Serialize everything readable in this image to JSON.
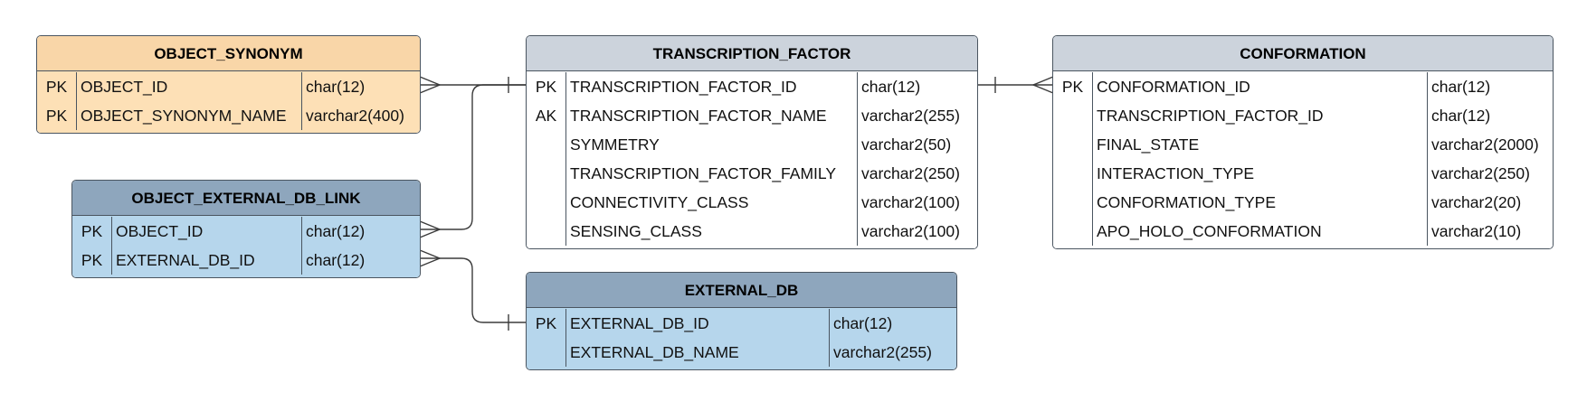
{
  "entities": {
    "object_synonym": {
      "title": "OBJECT_SYNONYM",
      "rows": [
        {
          "key": "PK",
          "name": "OBJECT_ID",
          "type": "char(12)"
        },
        {
          "key": "PK",
          "name": "OBJECT_SYNONYM_NAME",
          "type": "varchar2(400)"
        }
      ]
    },
    "object_external_db_link": {
      "title": "OBJECT_EXTERNAL_DB_LINK",
      "rows": [
        {
          "key": "PK",
          "name": "OBJECT_ID",
          "type": "char(12)"
        },
        {
          "key": "PK",
          "name": "EXTERNAL_DB_ID",
          "type": "char(12)"
        }
      ]
    },
    "transcription_factor": {
      "title": "TRANSCRIPTION_FACTOR",
      "rows": [
        {
          "key": "PK",
          "name": "TRANSCRIPTION_FACTOR_ID",
          "type": "char(12)"
        },
        {
          "key": "AK",
          "name": "TRANSCRIPTION_FACTOR_NAME",
          "type": "varchar2(255)"
        },
        {
          "key": "",
          "name": "SYMMETRY",
          "type": "varchar2(50)"
        },
        {
          "key": "",
          "name": "TRANSCRIPTION_FACTOR_FAMILY",
          "type": "varchar2(250)"
        },
        {
          "key": "",
          "name": "CONNECTIVITY_CLASS",
          "type": "varchar2(100)"
        },
        {
          "key": "",
          "name": "SENSING_CLASS",
          "type": "varchar2(100)"
        }
      ]
    },
    "external_db": {
      "title": "EXTERNAL_DB",
      "rows": [
        {
          "key": "PK",
          "name": "EXTERNAL_DB_ID",
          "type": "char(12)"
        },
        {
          "key": "",
          "name": "EXTERNAL_DB_NAME",
          "type": "varchar2(255)"
        }
      ]
    },
    "conformation": {
      "title": "CONFORMATION",
      "rows": [
        {
          "key": "PK",
          "name": "CONFORMATION_ID",
          "type": "char(12)"
        },
        {
          "key": "",
          "name": "TRANSCRIPTION_FACTOR_ID",
          "type": "char(12)"
        },
        {
          "key": "",
          "name": "FINAL_STATE",
          "type": "varchar2(2000)"
        },
        {
          "key": "",
          "name": "INTERACTION_TYPE",
          "type": "varchar2(250)"
        },
        {
          "key": "",
          "name": "CONFORMATION_TYPE",
          "type": "varchar2(20)"
        },
        {
          "key": "",
          "name": "APO_HOLO_CONFORMATION",
          "type": "varchar2(10)"
        }
      ]
    }
  },
  "relationships": [
    {
      "from": "object_synonym",
      "from_end": "many",
      "to": "transcription_factor",
      "to_end": "one"
    },
    {
      "from": "object_external_db_link",
      "from_end": "many",
      "to": "transcription_factor",
      "to_end": "one"
    },
    {
      "from": "object_external_db_link",
      "from_end": "many",
      "to": "external_db",
      "to_end": "one"
    },
    {
      "from": "transcription_factor",
      "from_end": "one",
      "to": "conformation",
      "to_end": "many"
    }
  ]
}
